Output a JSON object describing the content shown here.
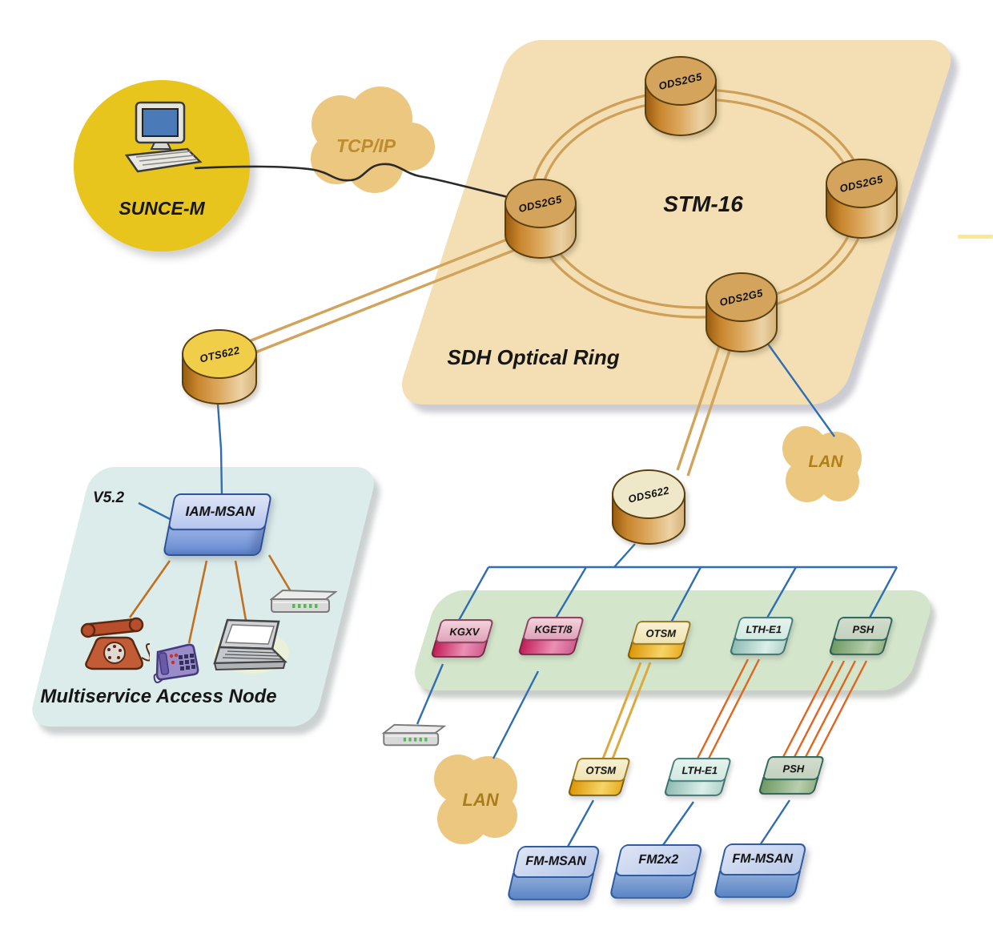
{
  "management": {
    "station_label": "SUNCE-M"
  },
  "clouds": {
    "tcpip": "TCP/IP",
    "lan_upper": "LAN",
    "lan_lower": "LAN"
  },
  "regions": {
    "sdh": {
      "label": "SDH Optical Ring",
      "ring_label": "STM-16"
    },
    "msan": {
      "label": "Multiservice Access Node",
      "interface_label": "V5.2"
    }
  },
  "ring_nodes": [
    {
      "label": "ODS2G5",
      "position": "top"
    },
    {
      "label": "ODS2G5",
      "position": "right"
    },
    {
      "label": "ODS2G5",
      "position": "left"
    },
    {
      "label": "ODS2G5",
      "position": "bottom"
    }
  ],
  "edge_nodes": {
    "ots622": "OTS622",
    "ods622": "ODS622",
    "iam_msan": "IAM-MSAN"
  },
  "shelf_modules": [
    {
      "label": "KGXV"
    },
    {
      "label": "KGET/8"
    },
    {
      "label": "OTSM"
    },
    {
      "label": "LTH-E1"
    },
    {
      "label": "PSH"
    }
  ],
  "remote_modules": [
    {
      "label": "OTSM"
    },
    {
      "label": "LTH-E1"
    },
    {
      "label": "PSH"
    }
  ],
  "access_nodes": [
    {
      "label": "FM-MSAN"
    },
    {
      "label": "FM2x2"
    },
    {
      "label": "FM-MSAN"
    }
  ],
  "icons": {
    "management_station": "desktop-computer",
    "msan_devices": [
      "rotary-phone",
      "fax-phone",
      "laptop",
      "ethernet-switch"
    ],
    "standalone_device": "ethernet-switch"
  },
  "colors": {
    "sdh_region": "#f3dfb3",
    "msan_region": "#dbecea",
    "shelf_region": "#d3e5cb",
    "cloud": "#ecc77f",
    "cloud_text": "#bd8c2f",
    "sun_circle": "#e7c51c",
    "line_blue": "#2f6eb3",
    "line_tan": "#d2a35b",
    "line_orange": "#e0661f",
    "line_device_orange": "#c07020",
    "line_black": "#2a2a2a"
  }
}
